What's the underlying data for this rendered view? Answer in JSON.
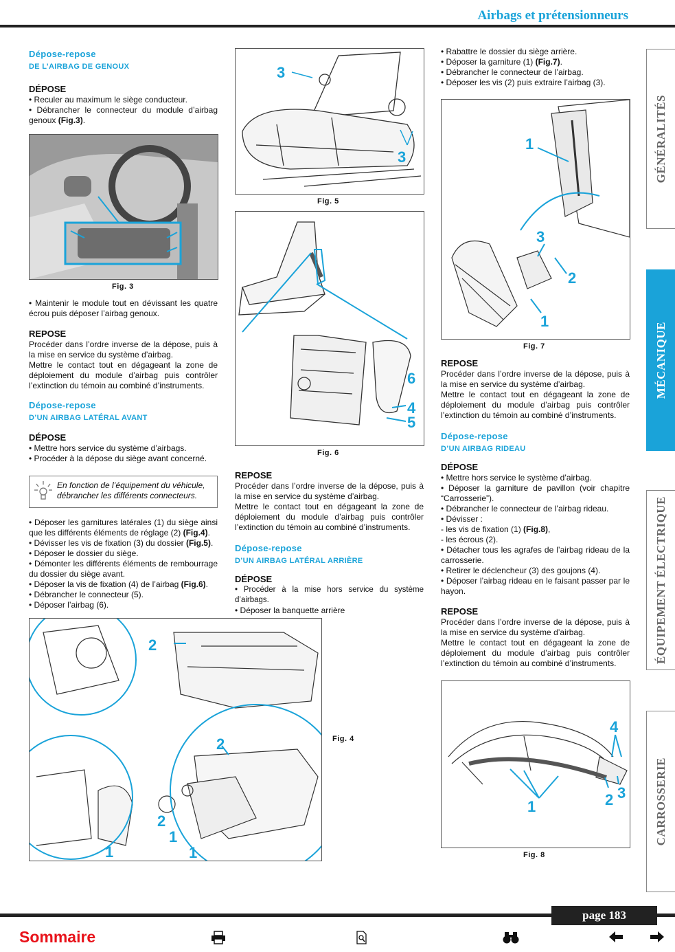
{
  "header": {
    "title": "Airbags et prétensionneurs"
  },
  "tabs": [
    {
      "label": "GÉNÉRALITÉS",
      "active": false
    },
    {
      "label": "MÉCANIQUE",
      "active": true
    },
    {
      "label": "ÉQUIPEMENT ÉLECTRIQUE",
      "active": false
    },
    {
      "label": "CARROSSERIE",
      "active": false
    }
  ],
  "col1": {
    "sec1_title_a": "Dépose-repose",
    "sec1_title_b": "de l’airbag de genoux",
    "depose": "DÉPOSE",
    "p1": "• Reculer au maximum le siège conducteur.",
    "p2a": "• Débrancher le connecteur du module d’airbag genoux ",
    "p2b": "(Fig.3)",
    "p2c": ".",
    "fig3_cap": "Fig. 3",
    "p3": "• Maintenir le module tout en dévissant les quatre écrou puis déposer l’airbag genoux.",
    "repose": "REPOSE",
    "p4": "Procéder dans l’ordre inverse de la dépose, puis à la mise en service du système d’airbag.",
    "p5": "Mettre le contact tout en dégageant la zone de déploiement du module d’airbag puis contrôler l’extinction du témoin au combiné d’instruments.",
    "sec2_title_a": "Dépose-repose",
    "sec2_title_b": "d’un airbag latéral avant",
    "depose2": "DÉPOSE",
    "p6": "• Mettre hors service du système d’airbags.",
    "p7": "• Procéder à la dépose du siège avant concerné.",
    "note": "En fonction de l’équipement du véhicule, débrancher les différents connecteurs.",
    "p8a": "• Déposer les garnitures latérales (1) du siège ainsi que les différents éléments de réglage (2) ",
    "p8b": "(Fig.4)",
    "p8c": ".",
    "p9a": "• Dévisser les vis de fixation (3) du dossier ",
    "p9b": "(Fig.5)",
    "p9c": ".",
    "p10": "• Déposer le dossier du siège.",
    "p11": "• Démonter les différents éléments de rembourrage du dossier du siège avant.",
    "p12a": "• Déposer la vis de fixation (4) de l’airbag ",
    "p12b": "(Fig.6)",
    "p12c": ".",
    "p13": "• Débrancher le connecteur (5).",
    "p14": "• Déposer l’airbag (6)."
  },
  "col2": {
    "fig5_cap": "Fig. 5",
    "fig6_cap": "Fig. 6",
    "repose": "REPOSE",
    "p1": "Procéder dans l’ordre inverse de la dépose, puis à la mise en service du système d’airbag.",
    "p2": "Mettre le contact tout en dégageant la zone de déploiement du module d’airbag puis contrôler l’extinction du témoin au combiné d’instruments.",
    "sec_title_a": "Dépose-repose",
    "sec_title_b": "d’un airbag latéral arrière",
    "depose": "DÉPOSE",
    "p3": "• Procéder à la mise hors service du système d’airbags.",
    "p4": "• Déposer la banquette arrière",
    "fig4_cap": "Fig. 4"
  },
  "col3": {
    "p1": "• Rabattre le dossier du siège arrière.",
    "p2a": "• Déposer la garniture (1) ",
    "p2b": "(Fig.7)",
    "p2c": ".",
    "p3": "• Débrancher le connecteur de l’airbag.",
    "p4": "• Déposer les vis (2) puis extraire l’airbag (3).",
    "fig7_cap": "Fig. 7",
    "repose": "REPOSE",
    "p5": "Procéder dans l’ordre inverse de la dépose, puis à la mise en service du système d’airbag.",
    "p6": "Mettre le contact tout en dégageant la zone de déploiement du module d’airbag puis contrôler l’extinction du témoin au combiné d’instruments.",
    "sec_title_a": "Dépose-repose",
    "sec_title_b": "d’un airbag rideau",
    "depose": "DÉPOSE",
    "p7": "• Mettre hors service le système d’airbag.",
    "p8": "• Déposer la garniture de pavillon (voir chapitre “Carrosserie”).",
    "p9": "• Débrancher le connecteur de l’airbag rideau.",
    "p10": "• Dévisser :",
    "p11a": "- les vis de fixation (1) ",
    "p11b": "(Fig.8)",
    "p11c": ",",
    "p12": "- les écrous (2).",
    "p13": "• Détacher tous les agrafes de l’airbag rideau de la carrosserie.",
    "p14": "• Retirer le déclencheur (3) des goujons (4).",
    "p15": "• Déposer l’airbag rideau en le faisant passer par le hayon.",
    "repose2": "REPOSE",
    "p16": "Procéder dans l’ordre inverse de la dépose, puis à la mise en service du système d’airbag.",
    "p17": "Mettre le contact tout en dégageant la zone de déploiement du module d’airbag puis contrôler l’extinction du témoin au combiné d’instruments.",
    "fig8_cap": "Fig. 8"
  },
  "labels": {
    "fig5": [
      "3",
      "3"
    ],
    "fig6": [
      "6",
      "4",
      "5"
    ],
    "fig7": [
      "1",
      "3",
      "2",
      "1"
    ],
    "fig8": [
      "4",
      "1",
      "2",
      "3"
    ],
    "fig4": [
      "2",
      "2",
      "2",
      "1",
      "1",
      "1"
    ]
  },
  "footer": {
    "page": "page 183",
    "sommaire": "Sommaire",
    "icons": [
      "printer-icon",
      "document-search-icon",
      "binoculars-icon",
      "arrow-left-icon",
      "arrow-right-icon"
    ]
  },
  "colors": {
    "accent": "#1aa3d9",
    "sommaire": "#e8121a"
  }
}
